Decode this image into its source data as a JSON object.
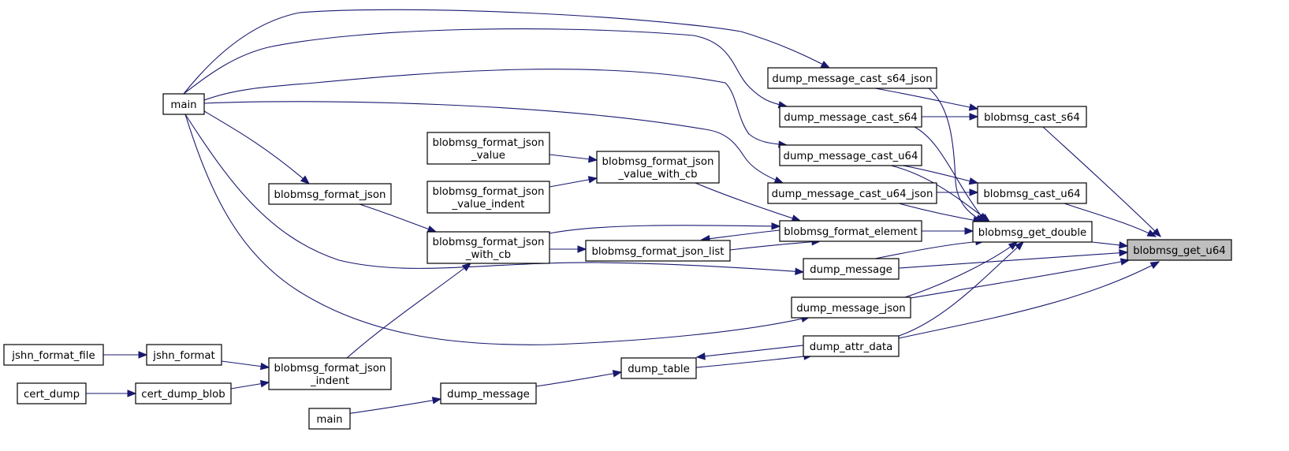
{
  "graph": {
    "focus": "blobmsg_get_u64",
    "colors": {
      "edge": "#191970",
      "node_border": "#000000",
      "focus_fill": "#bfbfbf",
      "node_fill": "#ffffff"
    },
    "nodes": {
      "get_u64": {
        "lines": [
          "blobmsg_get_u64"
        ]
      },
      "get_double": {
        "lines": [
          "blobmsg_get_double"
        ]
      },
      "cast_s64": {
        "lines": [
          "blobmsg_cast_s64"
        ]
      },
      "cast_u64": {
        "lines": [
          "blobmsg_cast_u64"
        ]
      },
      "dm_s64_json": {
        "lines": [
          "dump_message_cast_s64_json"
        ]
      },
      "dm_s64": {
        "lines": [
          "dump_message_cast_s64"
        ]
      },
      "dm_u64": {
        "lines": [
          "dump_message_cast_u64"
        ]
      },
      "dm_u64_json": {
        "lines": [
          "dump_message_cast_u64_json"
        ]
      },
      "format_element": {
        "lines": [
          "blobmsg_format_element"
        ]
      },
      "dump_message_a": {
        "lines": [
          "dump_message"
        ]
      },
      "dump_message_json": {
        "lines": [
          "dump_message_json"
        ]
      },
      "dump_attr_data": {
        "lines": [
          "dump_attr_data"
        ]
      },
      "fj_value_cb": {
        "lines": [
          "blobmsg_format_json",
          "_value_with_cb"
        ]
      },
      "fj_list": {
        "lines": [
          "blobmsg_format_json_list"
        ]
      },
      "dump_table": {
        "lines": [
          "dump_table"
        ]
      },
      "fj_value": {
        "lines": [
          "blobmsg_format_json",
          "_value"
        ]
      },
      "fj_value_indent": {
        "lines": [
          "blobmsg_format_json",
          "_value_indent"
        ]
      },
      "fj_with_cb": {
        "lines": [
          "blobmsg_format_json",
          "_with_cb"
        ]
      },
      "fj_indent": {
        "lines": [
          "blobmsg_format_json",
          "_indent"
        ]
      },
      "dump_message_b": {
        "lines": [
          "dump_message"
        ]
      },
      "format_json": {
        "lines": [
          "blobmsg_format_json"
        ]
      },
      "main_top": {
        "lines": [
          "main"
        ]
      },
      "jshn_format": {
        "lines": [
          "jshn_format"
        ]
      },
      "cert_dump_blob": {
        "lines": [
          "cert_dump_blob"
        ]
      },
      "main_bottom": {
        "lines": [
          "main"
        ]
      },
      "jshn_format_file": {
        "lines": [
          "jshn_format_file"
        ]
      },
      "cert_dump": {
        "lines": [
          "cert_dump"
        ]
      }
    },
    "edges": [
      [
        "get_double",
        "get_u64"
      ],
      [
        "cast_s64",
        "get_u64"
      ],
      [
        "cast_u64",
        "get_u64"
      ],
      [
        "dump_message_a",
        "get_u64"
      ],
      [
        "dump_message_json",
        "get_u64"
      ],
      [
        "dump_attr_data",
        "get_u64"
      ],
      [
        "dm_s64_json",
        "cast_s64"
      ],
      [
        "dm_s64",
        "cast_s64"
      ],
      [
        "dm_u64",
        "cast_u64"
      ],
      [
        "dm_u64_json",
        "cast_u64"
      ],
      [
        "format_element",
        "get_double"
      ],
      [
        "dm_s64_json",
        "get_double"
      ],
      [
        "dm_s64",
        "get_double"
      ],
      [
        "dm_u64",
        "get_double"
      ],
      [
        "dm_u64_json",
        "get_double"
      ],
      [
        "dump_message_a",
        "get_double"
      ],
      [
        "dump_message_json",
        "get_double"
      ],
      [
        "dump_attr_data",
        "get_double"
      ],
      [
        "main_top",
        "dm_s64_json"
      ],
      [
        "main_top",
        "dm_s64"
      ],
      [
        "main_top",
        "dm_u64"
      ],
      [
        "main_top",
        "dm_u64_json"
      ],
      [
        "main_top",
        "dump_message_a"
      ],
      [
        "main_top",
        "dump_message_json"
      ],
      [
        "main_top",
        "format_json"
      ],
      [
        "fj_value_cb",
        "format_element"
      ],
      [
        "fj_with_cb",
        "format_element"
      ],
      [
        "fj_list",
        "format_element"
      ],
      [
        "format_element",
        "fj_list"
      ],
      [
        "fj_value",
        "fj_value_cb"
      ],
      [
        "fj_value_indent",
        "fj_value_cb"
      ],
      [
        "fj_with_cb",
        "fj_list"
      ],
      [
        "format_json",
        "fj_with_cb"
      ],
      [
        "fj_indent",
        "fj_with_cb"
      ],
      [
        "jshn_format",
        "fj_indent"
      ],
      [
        "cert_dump_blob",
        "fj_indent"
      ],
      [
        "jshn_format_file",
        "jshn_format"
      ],
      [
        "cert_dump",
        "cert_dump_blob"
      ],
      [
        "dump_table",
        "dump_attr_data"
      ],
      [
        "dump_attr_data",
        "dump_table"
      ],
      [
        "dump_message_b",
        "dump_table"
      ],
      [
        "main_bottom",
        "dump_message_b"
      ]
    ]
  }
}
